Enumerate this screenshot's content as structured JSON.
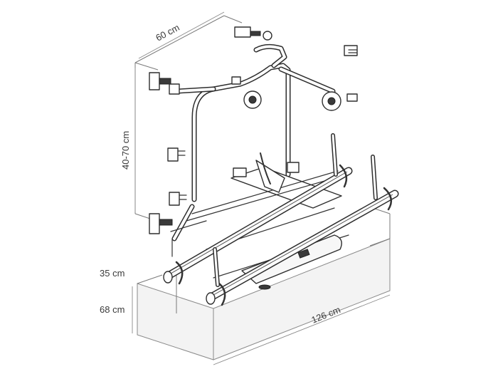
{
  "dimensions": {
    "depth": "60 cm",
    "height_range": "40-70 cm",
    "base_clearance": "35 cm",
    "total_height": "68 cm",
    "width": "126 cm"
  }
}
